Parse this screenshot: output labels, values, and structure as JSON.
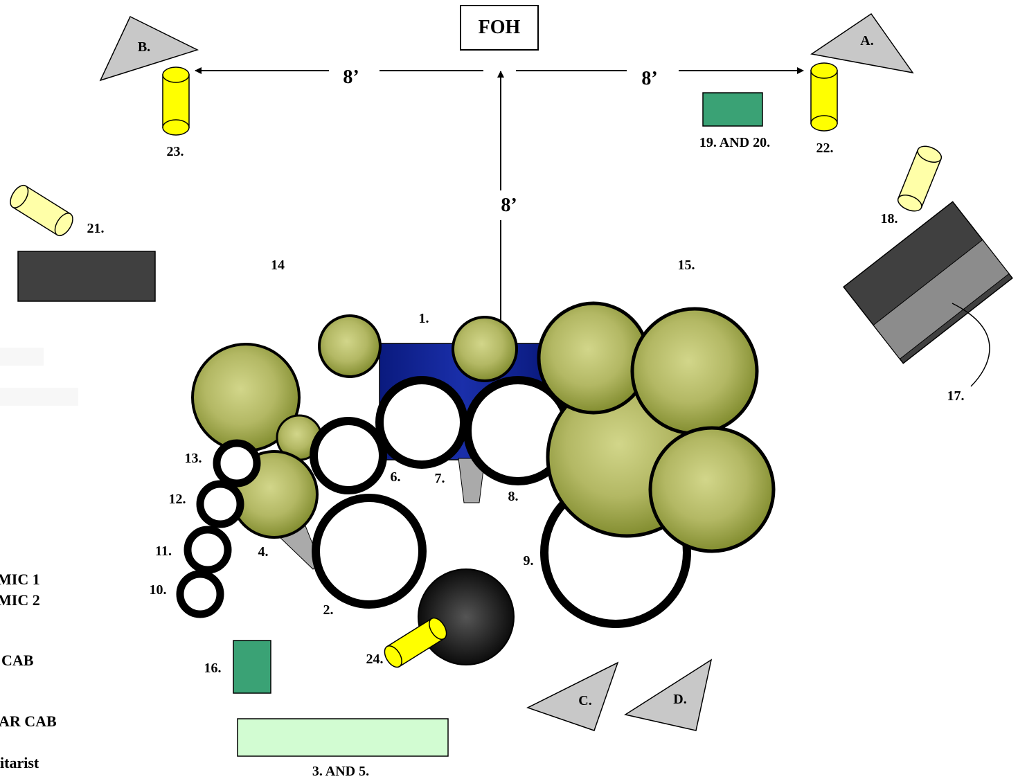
{
  "foh": "FOH",
  "distances": {
    "left": "8’",
    "right": "8’",
    "center": "8’"
  },
  "wedges": {
    "a": "A.",
    "b": "B.",
    "c": "C.",
    "d": "D."
  },
  "labels": {
    "n1": "1.",
    "n2": "2.",
    "n3_5": "3.  AND   5.",
    "n4": "4.",
    "n6": "6.",
    "n7": "7.",
    "n8": "8.",
    "n9": "9.",
    "n10": "10.",
    "n11": "11.",
    "n12": "12.",
    "n13": "13.",
    "n14": "14",
    "n15": "15.",
    "n16": "16.",
    "n17": "17.",
    "n18": "18.",
    "n19_20": "19.  AND   20.",
    "n21": "21.",
    "n22": "22.",
    "n23": "23.",
    "n24": "24."
  },
  "side_text": [
    "MIC 1",
    "MIC 2",
    "CAB",
    "AR CAB",
    "itarist"
  ],
  "colors": {
    "cymbal_light": "#cdd182",
    "cymbal_dark": "#8a9431",
    "kit_blue": "#0a1a8a",
    "wedge_gray": "#c8c8c8",
    "mic_yellow": "#ffff00",
    "mic_pale": "#ffffa8",
    "di_green": "#3aa275",
    "pedalboard_green": "#d2fcd2",
    "amp_dark": "#404040",
    "amp_mid": "#8c8c8c"
  }
}
